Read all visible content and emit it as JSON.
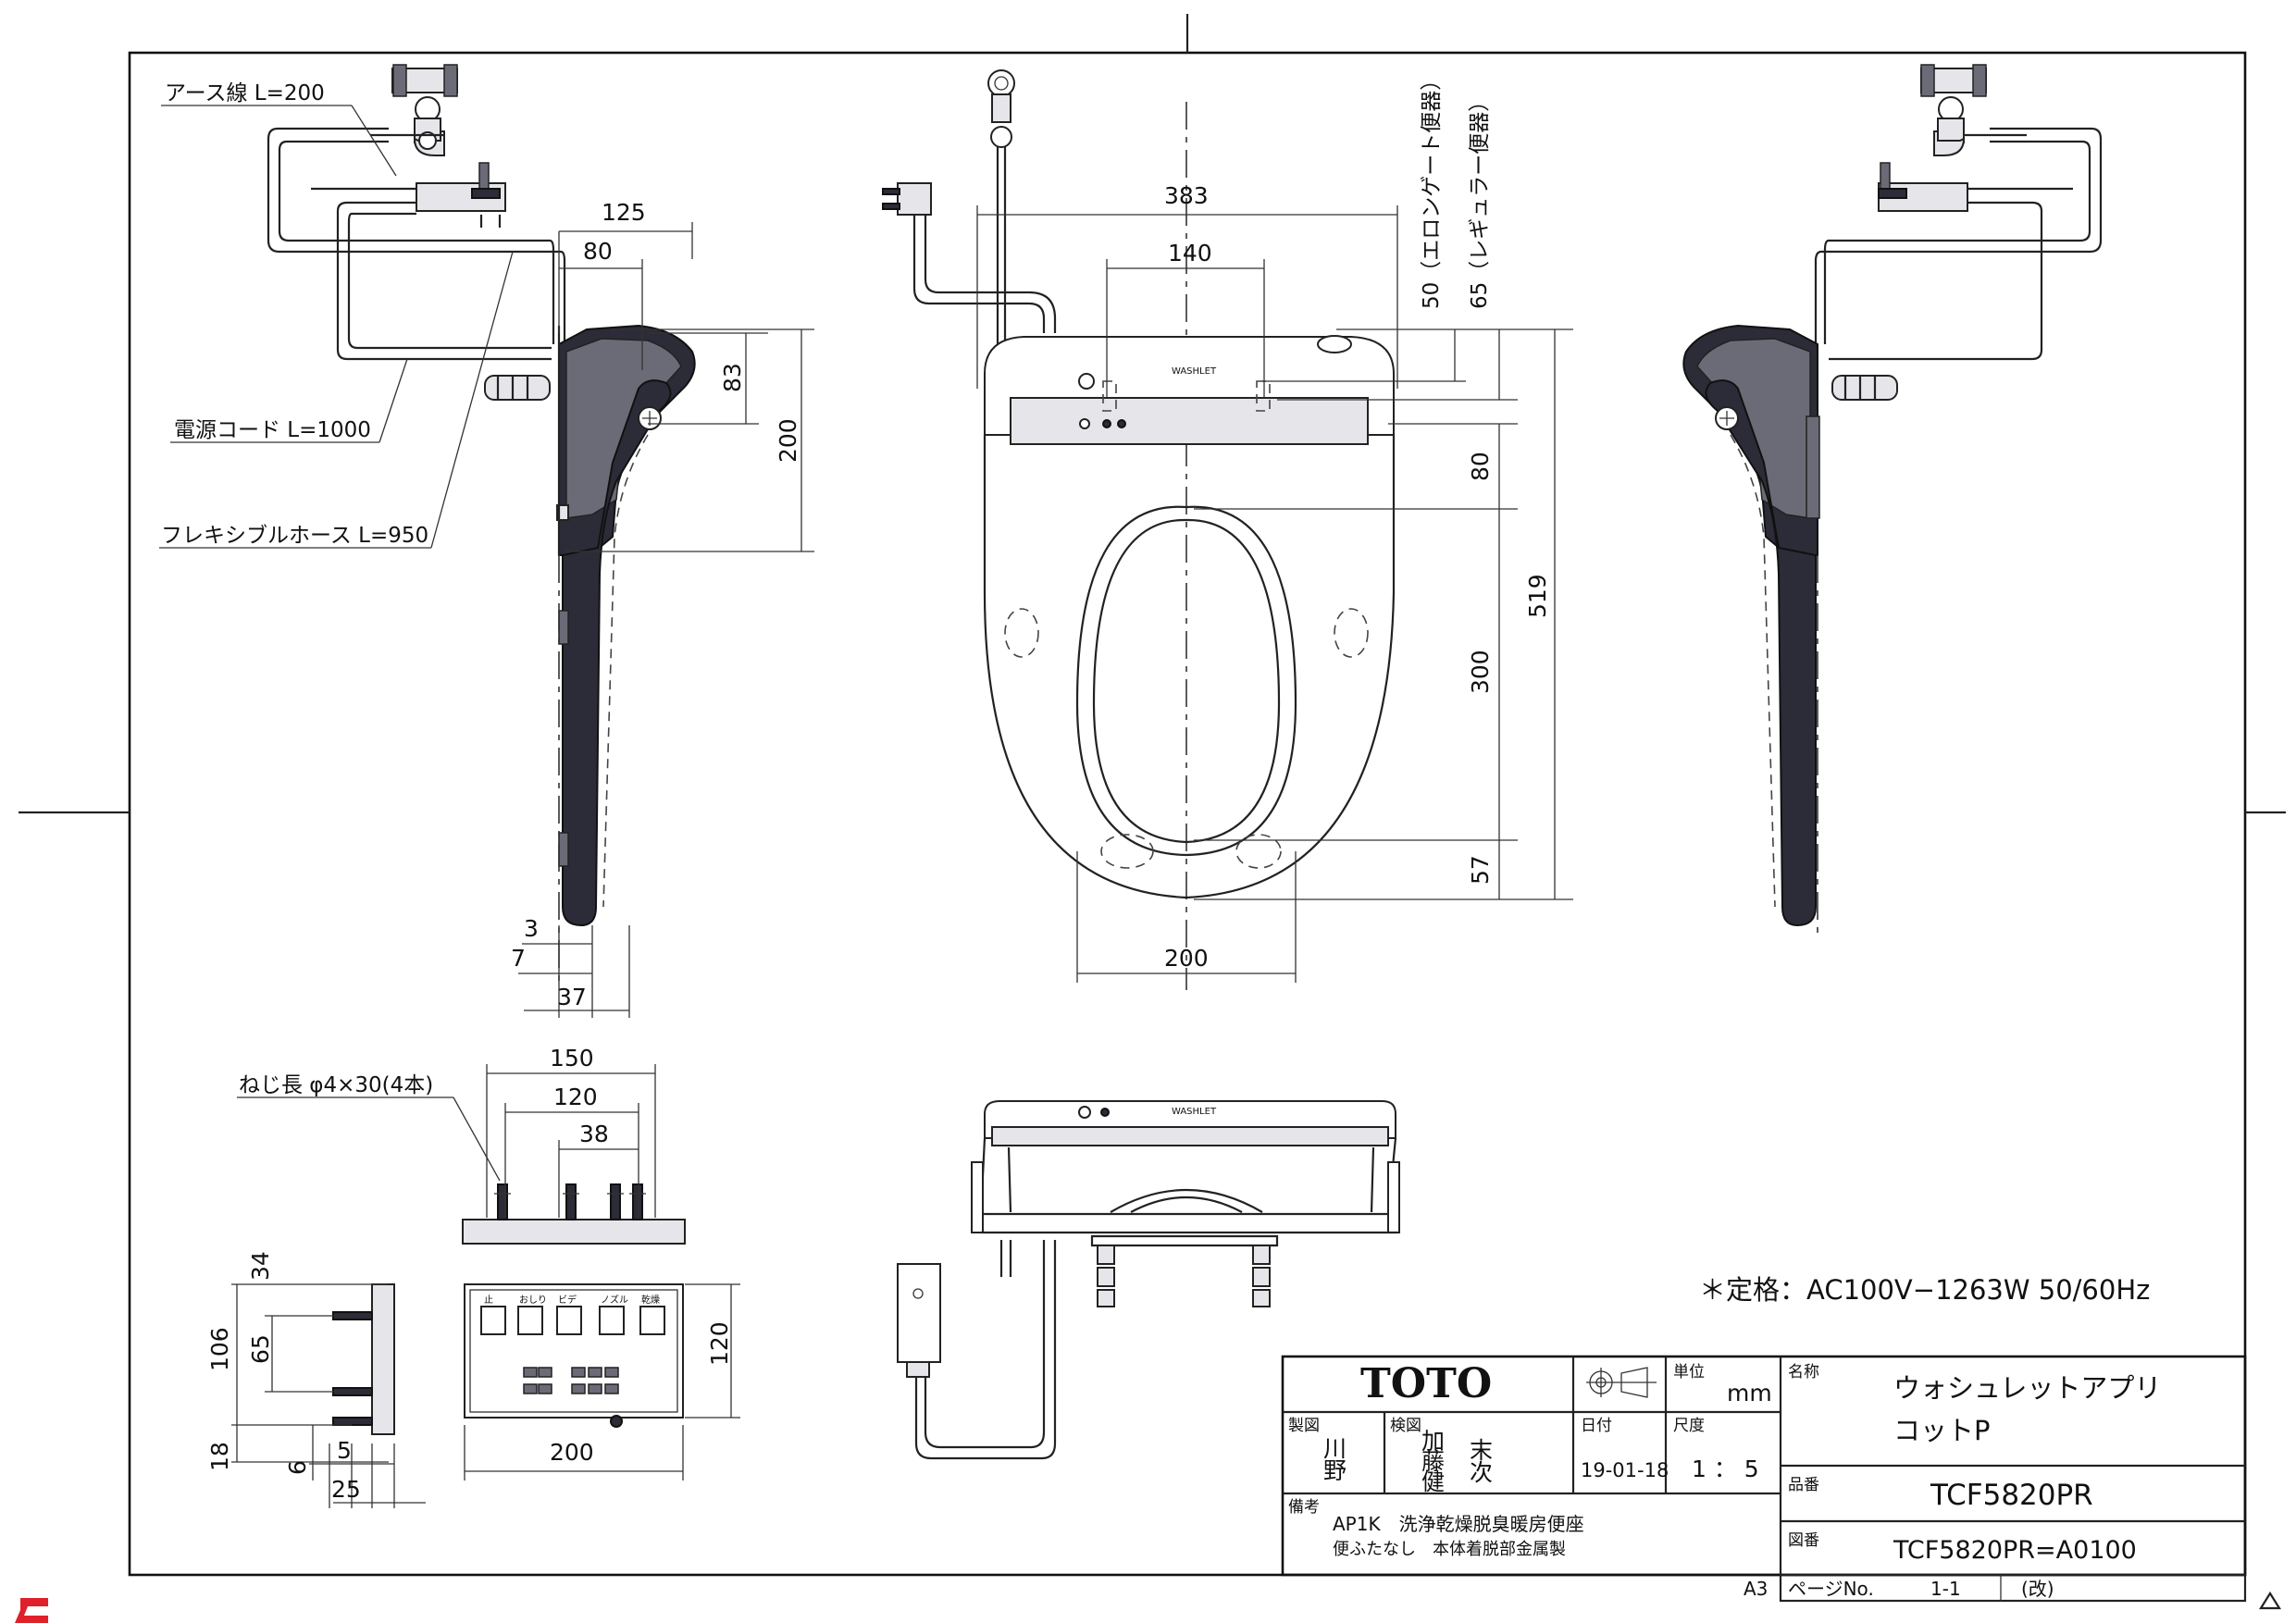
{
  "callouts": {
    "earth_wire": "アース線 L=200",
    "power_cord": "電源コード L=1000",
    "flex_hose": "フレキシブルホース L=950",
    "screw": "ねじ長 φ4×30(4本)"
  },
  "dimensions": {
    "side_125": "125",
    "side_80": "80",
    "side_83": "83",
    "side_200": "200",
    "side_3": "3",
    "side_7": "7",
    "side_37": "37",
    "top_383": "383",
    "top_140": "140",
    "top_50": "50（エロンゲート便器）",
    "top_65": "65（レギュラー便器）",
    "top_80": "80",
    "top_519": "519",
    "top_300": "300",
    "top_57": "57",
    "top_200": "200",
    "plate_150": "150",
    "plate_120": "120",
    "plate_38": "38",
    "rc_34": "34",
    "rc_106": "106",
    "rc_65": "65",
    "rc_18": "18",
    "rc_6": "6",
    "rc_5": "5",
    "rc_25": "25",
    "rc_120": "120",
    "rc_200": "200"
  },
  "rating": "＊定格：AC100V−1263W 50/60Hz",
  "title_block": {
    "brand": "TOTO",
    "unit_label": "単位",
    "unit_value": "mm",
    "drafted_label": "製図",
    "drafted_by": [
      "川",
      "野"
    ],
    "checked_label": "検図",
    "checked_by": [
      "加",
      "藤",
      "健",
      "末",
      "次"
    ],
    "date_label": "日付",
    "date_value": "19-01-18",
    "scale_label": "尺度",
    "scale_value": "1 ： 5",
    "name_label": "名称",
    "name_line1": "ウォシュレットアプリ",
    "name_line2": "コットP",
    "product_label": "品番",
    "product_value": "TCF5820PR",
    "drawing_label": "図番",
    "drawing_value": "TCF5820PR=A0100",
    "notes_label": "備考",
    "note_line1": "AP1K　洗浄乾燥脱臭暖房便座",
    "note_line2": "便ふたなし　本体着脱部金属製",
    "sheet_size": "A3",
    "page_label": "ページNo.",
    "page_value": "1-1",
    "rev_label": "(改)"
  },
  "remote_buttons": [
    "止",
    "おしり",
    "ビデ",
    "ノズル",
    "乾燥"
  ]
}
